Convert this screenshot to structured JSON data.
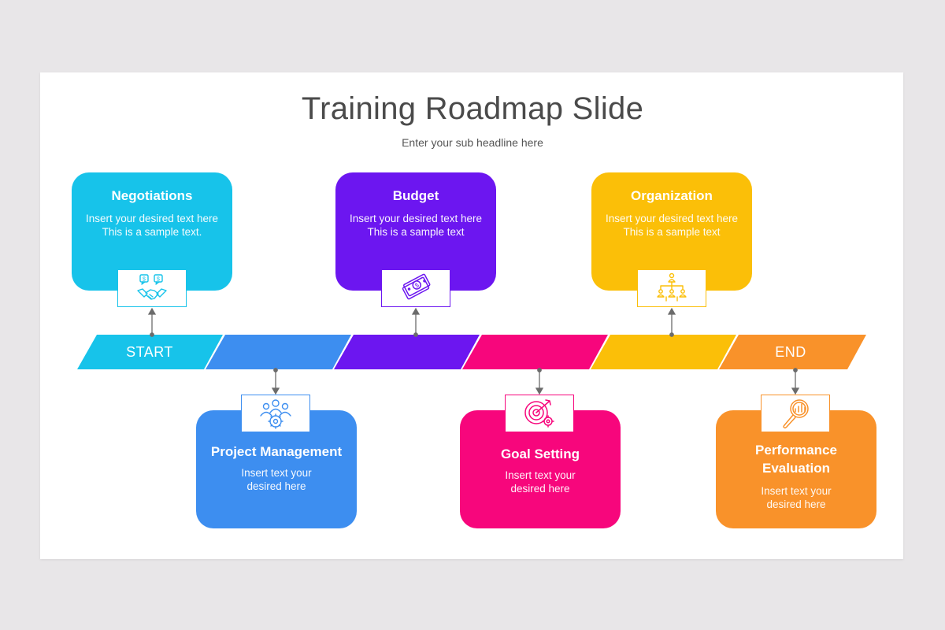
{
  "title": "Training Roadmap Slide",
  "subtitle": "Enter your sub headline here",
  "timeline": {
    "start_label": "START",
    "end_label": "END",
    "segment_colors": [
      "#17c3ea",
      "#3d8ef0",
      "#6c16f0",
      "#f7067c",
      "#fbbf08",
      "#f9922a"
    ]
  },
  "cards": {
    "negotiations": {
      "title": "Negotiations",
      "line1": "Insert your desired text here",
      "line2": "This is a sample text.",
      "color": "#17c3ea",
      "icon": "handshake-icon"
    },
    "budget": {
      "title": "Budget",
      "line1": "Insert your desired text here",
      "line2": "This is a sample text",
      "color": "#6c16f0",
      "icon": "money-icon"
    },
    "organization": {
      "title": "Organization",
      "line1": "Insert your desired text here",
      "line2": "This is a sample text",
      "color": "#fbbf08",
      "icon": "org-chart-icon"
    },
    "project_management": {
      "title": "Project Management",
      "line1": "Insert text your",
      "line2": "desired here",
      "color": "#3d8ef0",
      "icon": "team-icon"
    },
    "goal_setting": {
      "title": "Goal Setting",
      "line1": "Insert text your",
      "line2": "desired here",
      "color": "#f7067c",
      "icon": "target-icon"
    },
    "performance_evaluation": {
      "title_line1": "Performance",
      "title_line2": "Evaluation",
      "line1": "Insert text your",
      "line2": "desired here",
      "color": "#f9922a",
      "icon": "magnifier-chart-icon"
    }
  }
}
